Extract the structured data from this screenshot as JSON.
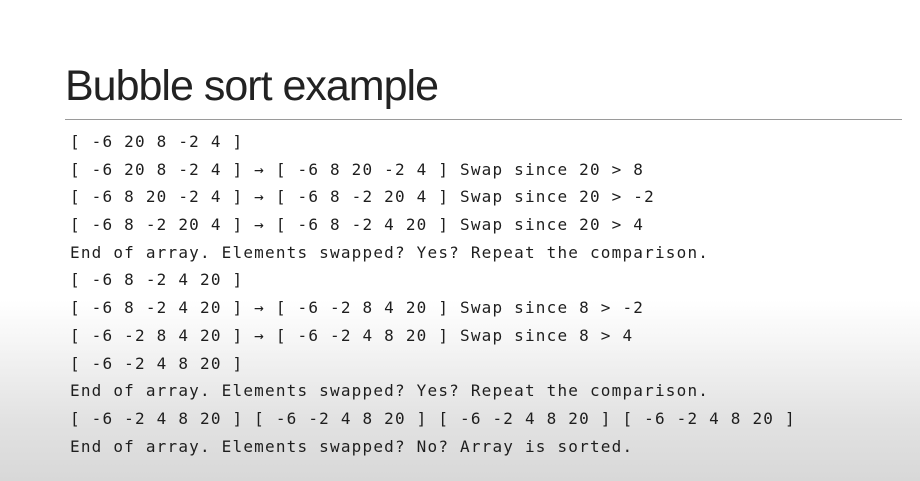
{
  "slide": {
    "title": "Bubble sort example",
    "lines": [
      "[ -6 20 8 -2 4 ]",
      "[ -6 20 8 -2 4 ] → [ -6 8 20 -2 4 ] Swap since 20 > 8",
      "[ -6 8 20 -2 4 ] → [ -6 8 -2 20 4 ] Swap since 20 > -2",
      "[ -6 8 -2 20 4 ] → [ -6 8 -2 4 20 ] Swap since 20 > 4",
      "End of array. Elements swapped? Yes? Repeat the comparison.",
      "[ -6 8 -2 4 20 ]",
      "[ -6 8 -2 4 20 ] → [ -6 -2 8 4 20 ] Swap since 8 > -2",
      "[ -6 -2 8 4 20 ] → [ -6 -2 4 8 20 ] Swap since 8 > 4",
      "[ -6 -2 4 8 20 ]",
      "End of array. Elements swapped? Yes? Repeat the comparison.",
      "[ -6 -2 4 8 20 ] [ -6 -2 4 8 20 ] [ -6 -2 4 8 20 ] [ -6 -2 4 8 20 ]",
      "End of array. Elements swapped? No? Array is sorted."
    ]
  }
}
